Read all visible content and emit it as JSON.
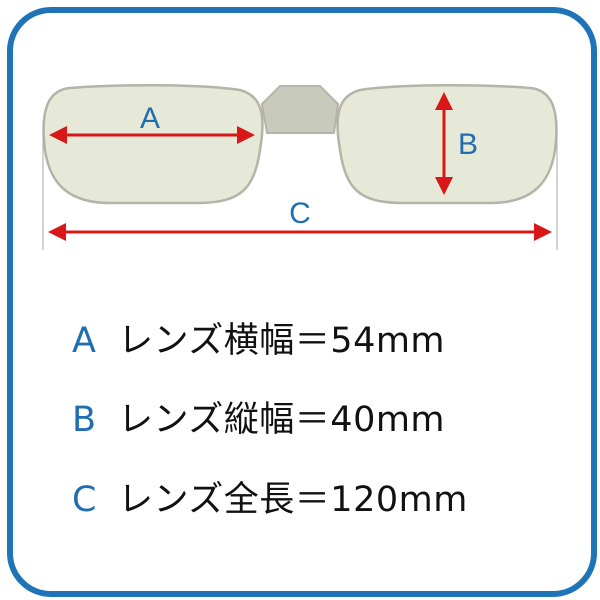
{
  "diagram": {
    "labels": {
      "a": "A",
      "b": "B",
      "c": "C"
    },
    "colors": {
      "border": "#1f74b8",
      "label": "#1f6fb0",
      "arrow": "#d81818",
      "lens_fill": "#e6e8d8",
      "lens_stroke": "#b4b4a8"
    }
  },
  "specs": [
    {
      "letter": "A",
      "text": "レンズ横幅＝54mm"
    },
    {
      "letter": "B",
      "text": "レンズ縦幅＝40mm"
    },
    {
      "letter": "C",
      "text": "レンズ全長＝120mm"
    }
  ]
}
